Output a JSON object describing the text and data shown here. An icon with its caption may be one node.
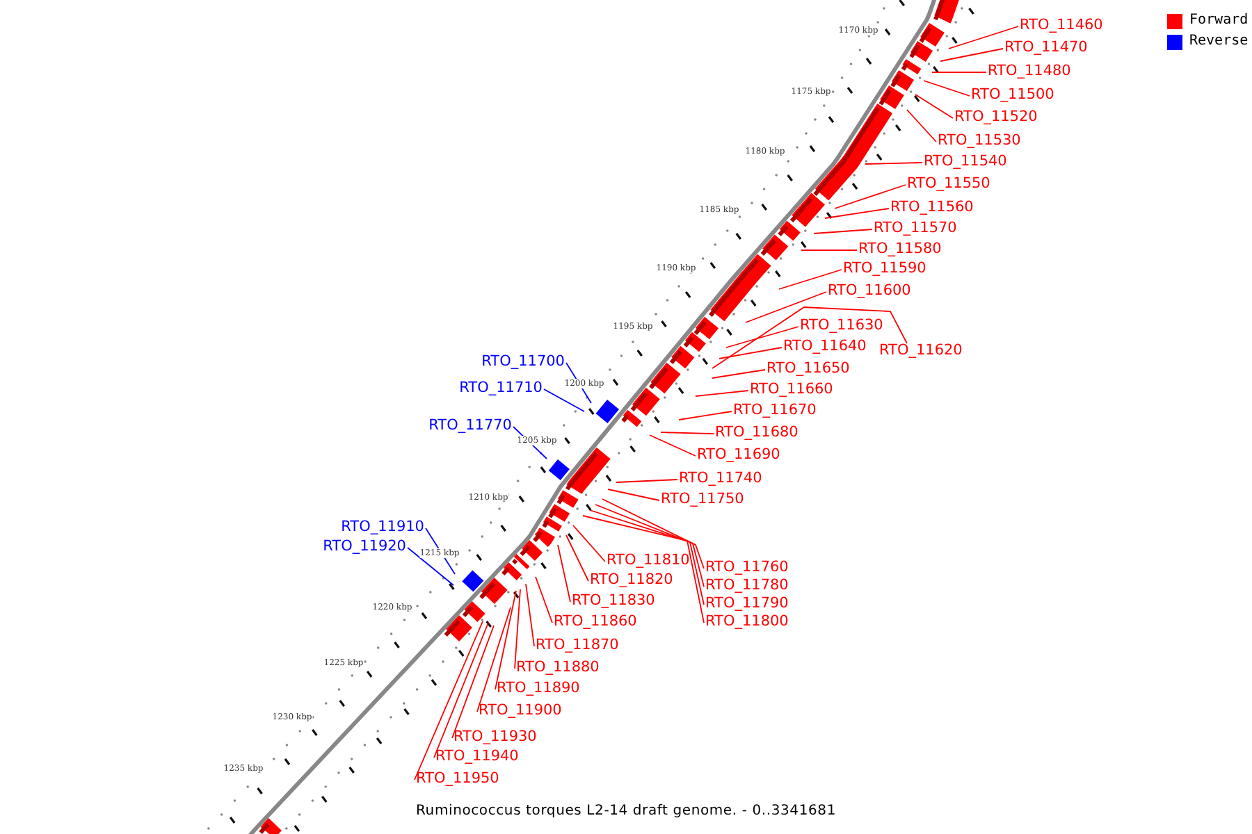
{
  "diagram": {
    "caption": "Ruminococcus torques L2-14 draft genome. - 0..3341681",
    "nodes": [
      {
        "text": [
          "RTO_11460"
        ]
      },
      {
        "text": [
          "RTO_11470"
        ]
      },
      {
        "text": [
          "RTO_11480"
        ]
      },
      {
        "text": [
          "RTO_11500"
        ]
      },
      {
        "text": [
          "RTO_11520"
        ]
      },
      {
        "text": [
          "RTO_11530"
        ]
      },
      {
        "text": [
          "RTO_11540"
        ]
      },
      {
        "text": [
          "RTO_11550"
        ]
      },
      {
        "text": [
          "RTO_11560"
        ]
      },
      {
        "text": [
          "RTO_11570"
        ]
      },
      {
        "text": [
          "RTO_11580"
        ]
      },
      {
        "text": [
          "RTO_11590"
        ]
      },
      {
        "text": [
          "RTO_11600"
        ]
      },
      {
        "text": [
          "RTO_11630"
        ]
      },
      {
        "text": [
          "RTO_11640"
        ]
      },
      {
        "text": [
          "RTO_11620"
        ]
      },
      {
        "text": [
          "RTO_11650"
        ]
      },
      {
        "text": [
          "RTO_11700"
        ]
      },
      {
        "text": [
          "RTO_11660"
        ]
      },
      {
        "text": [
          "RTO_11710"
        ]
      },
      {
        "text": [
          "RTO_11670"
        ]
      },
      {
        "text": [
          "RTO_11680"
        ]
      },
      {
        "text": [
          "RTO_11770"
        ]
      },
      {
        "text": [
          "RTO_11690"
        ]
      },
      {
        "text": [
          "RTO_11740"
        ]
      },
      {
        "text": [
          "RTO_11750"
        ]
      },
      {
        "text": [
          "RTO_11910"
        ]
      },
      {
        "text": [
          "RTO_11920"
        ]
      },
      {
        "text": [
          "RTO_11810"
        ]
      },
      {
        "text": [
          "RTO_11760"
        ]
      },
      {
        "text": [
          "RTO_11820"
        ]
      },
      {
        "text": [
          "RTO_11780"
        ]
      },
      {
        "text": [
          "RTO_11830"
        ]
      },
      {
        "text": [
          "RTO_11790"
        ]
      },
      {
        "text": [
          "RTO_11800"
        ]
      },
      {
        "text": [
          "RTO_11860"
        ]
      },
      {
        "text": [
          "RTO_11870"
        ]
      },
      {
        "text": [
          "RTO_11880"
        ]
      },
      {
        "text": [
          "RTO_11890"
        ]
      },
      {
        "text": [
          "RTO_11900"
        ]
      },
      {
        "text": [
          "RTO_11930"
        ]
      },
      {
        "text": [
          "RTO_11940"
        ]
      },
      {
        "text": [
          "RTO_11950"
        ]
      }
    ],
    "edges": [
      {
        "from": 0,
        "to": null,
        "arrow": "none"
      },
      {
        "from": 1,
        "to": null,
        "arrow": "none"
      },
      {
        "from": 2,
        "to": null,
        "arrow": "none"
      },
      {
        "from": 3,
        "to": null,
        "arrow": "none"
      },
      {
        "from": 4,
        "to": null,
        "arrow": "none"
      },
      {
        "from": 5,
        "to": null,
        "arrow": "none"
      },
      {
        "from": 6,
        "to": null,
        "arrow": "none"
      },
      {
        "from": 7,
        "to": null,
        "arrow": "none"
      },
      {
        "from": 8,
        "to": null,
        "arrow": "none"
      },
      {
        "from": 9,
        "to": null,
        "arrow": "none"
      },
      {
        "from": 10,
        "to": null,
        "arrow": "none"
      },
      {
        "from": 11,
        "to": null,
        "arrow": "none"
      },
      {
        "from": 12,
        "to": null,
        "arrow": "none"
      },
      {
        "from": 13,
        "to": null,
        "arrow": "none"
      },
      {
        "from": 14,
        "to": null,
        "arrow": "none"
      },
      {
        "from": 15,
        "to": null,
        "arrow": "none"
      },
      {
        "from": 16,
        "to": null,
        "arrow": "none"
      },
      {
        "from": 17,
        "to": null,
        "arrow": "none",
        "color": "#0000ff"
      },
      {
        "from": 18,
        "to": null,
        "arrow": "none"
      },
      {
        "from": 19,
        "to": null,
        "arrow": "none",
        "color": "#0000ff"
      },
      {
        "from": 20,
        "to": null,
        "arrow": "none"
      },
      {
        "from": 21,
        "to": null,
        "arrow": "none"
      },
      {
        "from": 22,
        "to": null,
        "arrow": "none",
        "color": "#0000ff"
      },
      {
        "from": 23,
        "to": null,
        "arrow": "none"
      },
      {
        "from": 24,
        "to": null,
        "arrow": "none"
      },
      {
        "from": 25,
        "to": null,
        "arrow": "none"
      },
      {
        "from": 26,
        "to": null,
        "arrow": "none",
        "color": "#0000ff"
      },
      {
        "from": 27,
        "to": null,
        "arrow": "none",
        "color": "#0000ff"
      },
      {
        "from": 28,
        "to": null,
        "arrow": "none"
      },
      {
        "from": 29,
        "to": null,
        "arrow": "none"
      },
      {
        "from": 30,
        "to": null,
        "arrow": "none"
      },
      {
        "from": 31,
        "to": null,
        "arrow": "none"
      },
      {
        "from": 32,
        "to": null,
        "arrow": "none"
      },
      {
        "from": 33,
        "to": null,
        "arrow": "none"
      },
      {
        "from": 34,
        "to": null,
        "arrow": "none"
      },
      {
        "from": 35,
        "to": null,
        "arrow": "none"
      },
      {
        "from": 36,
        "to": null,
        "arrow": "none"
      },
      {
        "from": 37,
        "to": null,
        "arrow": "none"
      },
      {
        "from": 38,
        "to": null,
        "arrow": "none"
      },
      {
        "from": 39,
        "to": null,
        "arrow": "none"
      },
      {
        "from": 40,
        "to": null,
        "arrow": "none"
      },
      {
        "from": 41,
        "to": null,
        "arrow": "none"
      },
      {
        "from": 42,
        "to": null,
        "arrow": "none"
      }
    ],
    "labels": [
      "1170 kbp",
      "1175 kbp",
      "1180 kbp",
      "1185 kbp",
      "1190 kbp",
      "1195 kbp",
      "1200 kbp",
      "1205 kbp",
      "1210 kbp",
      "1215 kbp",
      "1220 kbp",
      "1225 kbp",
      "1230 kbp",
      "1235 kbp"
    ],
    "legend": [
      {
        "text": "Forward",
        "color": "#ff0000"
      },
      {
        "text": "Reverse",
        "color": "#0000ff"
      }
    ]
  }
}
